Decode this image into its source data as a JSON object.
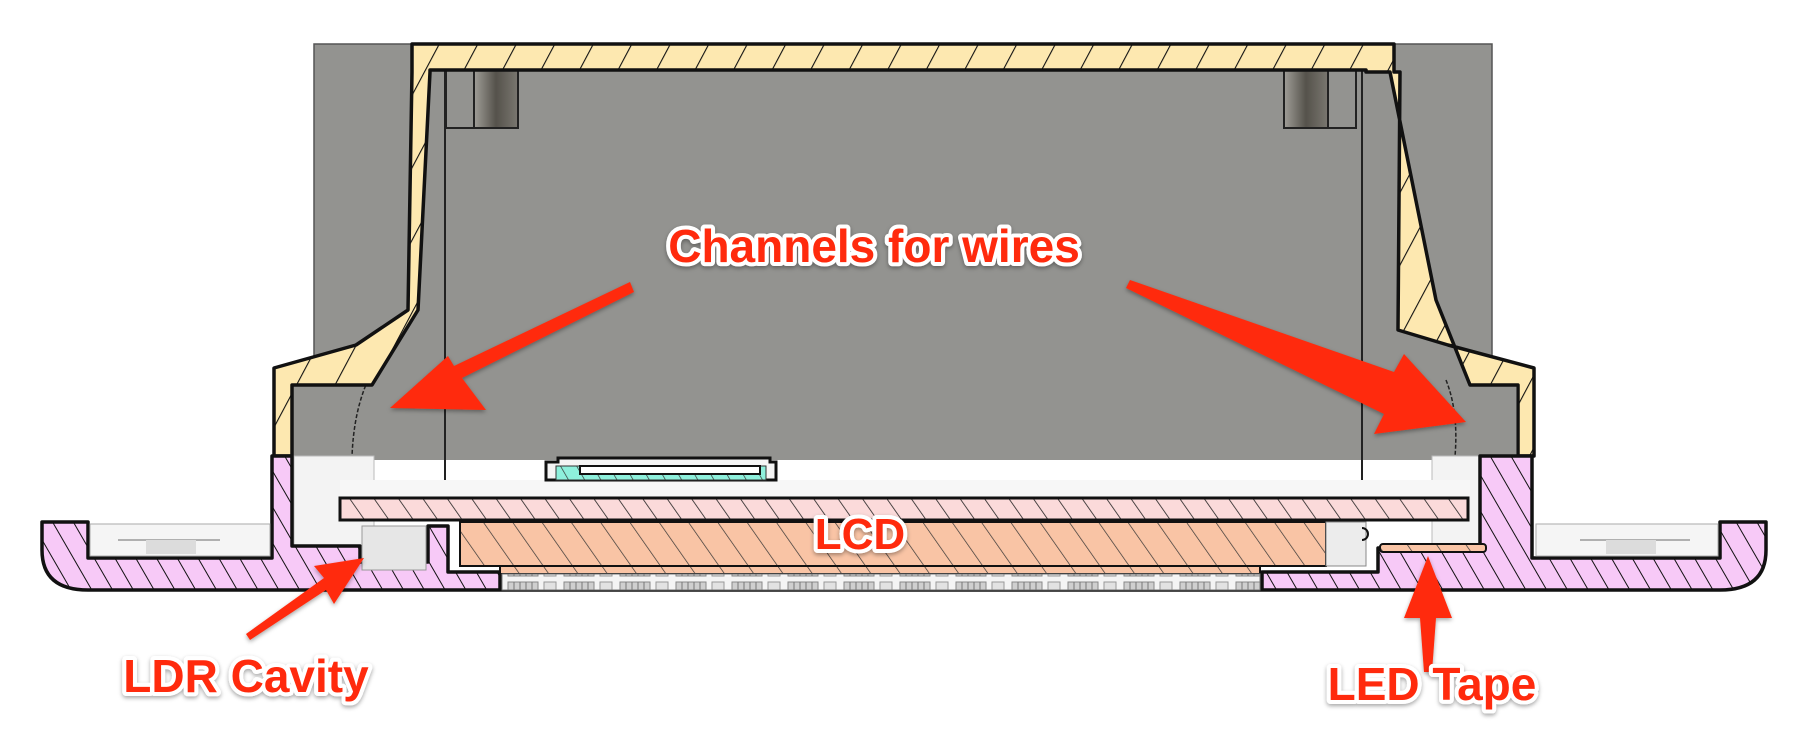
{
  "diagram": {
    "type": "cad-cross-section",
    "subject": "Display enclosure section view",
    "colors": {
      "background": "#ffffff",
      "body_gray": "#939390",
      "shell_yellow": "#fde8b0",
      "base_pink": "#f7c9f7",
      "lcd_glass": "#fbdada",
      "lcd_body": "#f9c4a5",
      "connector_teal": "#8ef0dc",
      "annotation_red": "#ff2a0a",
      "outline": "#111111"
    },
    "parts": [
      {
        "id": "outer-housing",
        "name": "Outer housing (background)"
      },
      {
        "id": "top-shell",
        "name": "Top shell (hatched yellow)"
      },
      {
        "id": "base-frame",
        "name": "Base frame (hatched pink)"
      },
      {
        "id": "lcd-glass",
        "name": "LCD glass"
      },
      {
        "id": "lcd-module",
        "name": "LCD module"
      },
      {
        "id": "connector",
        "name": "Connector"
      },
      {
        "id": "led-tape",
        "name": "LED tape strip"
      }
    ]
  },
  "annotations": {
    "channels": "Channels for wires",
    "lcd": "LCD",
    "ldr": "LDR Cavity",
    "led": "LED Tape"
  }
}
